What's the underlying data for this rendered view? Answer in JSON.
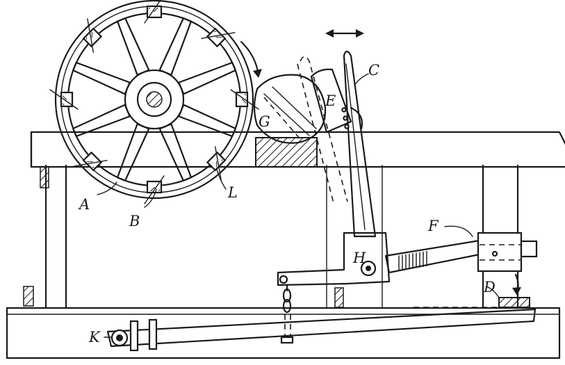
{
  "figure": {
    "labels": {
      "A": "A",
      "B": "B",
      "C": "C",
      "D": "D",
      "E": "E",
      "F": "F",
      "G": "G",
      "H": "H",
      "K": "K",
      "L": "L"
    }
  }
}
